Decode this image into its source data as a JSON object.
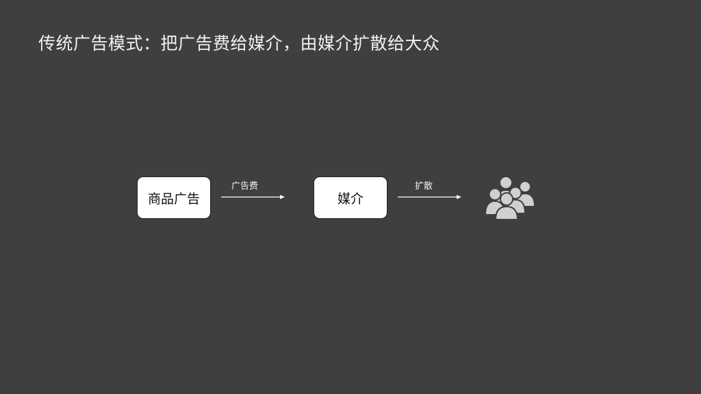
{
  "title": "传统广告模式：把广告费给媒介，由媒介扩散给大众",
  "nodes": {
    "goods_ad": "商品广告",
    "media": "媒介"
  },
  "edges": {
    "fee": "广告费",
    "spread": "扩散"
  },
  "icons": {
    "audience": "people-group-icon"
  },
  "colors": {
    "background": "#3f3f3f",
    "text": "#f2f2f2",
    "box_fill": "#ffffff",
    "icon": "#d0d0d0"
  }
}
